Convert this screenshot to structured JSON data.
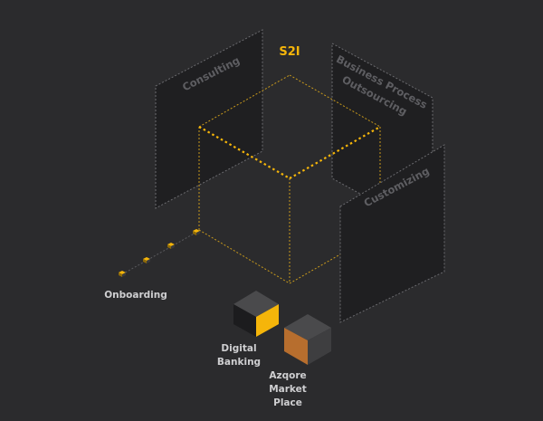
{
  "title": "S2I",
  "panels": {
    "consulting": "Consulting",
    "bpo_line1": "Business Process",
    "bpo_line2": "Outsourcing",
    "customizing": "Customizing"
  },
  "onboarding": {
    "label": "Onboarding",
    "steps": 4
  },
  "cubes": {
    "digital_banking": {
      "line1": "Digital",
      "line2": "Banking"
    },
    "azqore": {
      "line1": "Azqore",
      "line2": "Market",
      "line3": "Place"
    }
  },
  "colors": {
    "background": "#2b2b2d",
    "accent": "#f5b50a",
    "orange": "#b76e2e",
    "panel": "#1f1f21",
    "panel_label": "#5e5e62",
    "label": "#cfcfd1"
  }
}
